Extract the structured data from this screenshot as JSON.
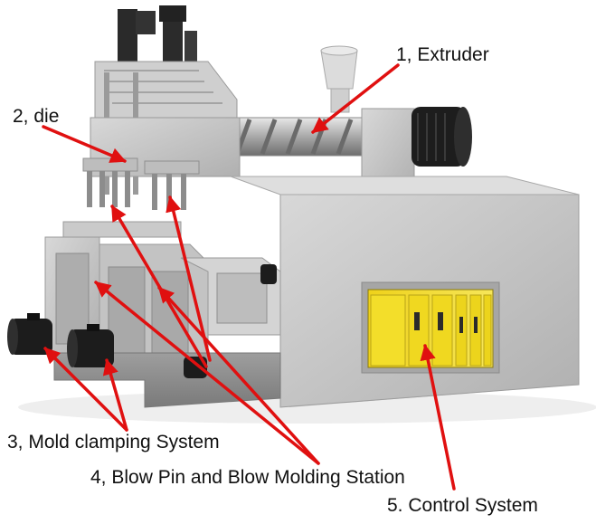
{
  "labels": {
    "extruder": "1, Extruder",
    "die": "2, die",
    "mold_clamping": "3, Mold clamping System",
    "blow_pin": "4, Blow Pin and Blow Molding Station",
    "control_system": "5. Control System"
  },
  "colors": {
    "arrow": "#e01010",
    "machine_body": "#c9c9c9",
    "panel": "#f0dc1a",
    "motor": "#1a1a1a"
  }
}
